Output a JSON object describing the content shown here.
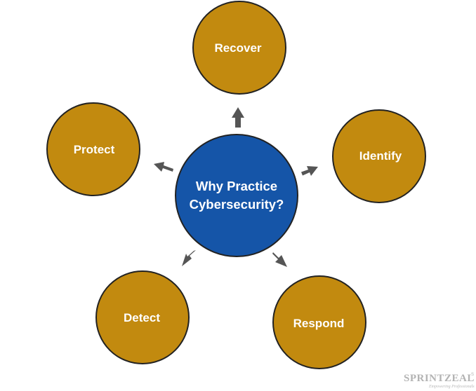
{
  "colors": {
    "outer_fill": "#C28A0F",
    "center_fill": "#1555A8",
    "stroke": "#222222",
    "arrow": "#555555",
    "label": "#FFFFFF"
  },
  "center": {
    "line1": "Why Practice",
    "line2": "Cybersecurity?"
  },
  "nodes": [
    {
      "id": "recover",
      "label": "Recover"
    },
    {
      "id": "identify",
      "label": "Identify"
    },
    {
      "id": "respond",
      "label": "Respond"
    },
    {
      "id": "detect",
      "label": "Detect"
    },
    {
      "id": "protect",
      "label": "Protect"
    }
  ],
  "watermark": {
    "brand": "SPRINTZEAL",
    "superscript": "S",
    "tagline": "Empowering Professionals"
  }
}
